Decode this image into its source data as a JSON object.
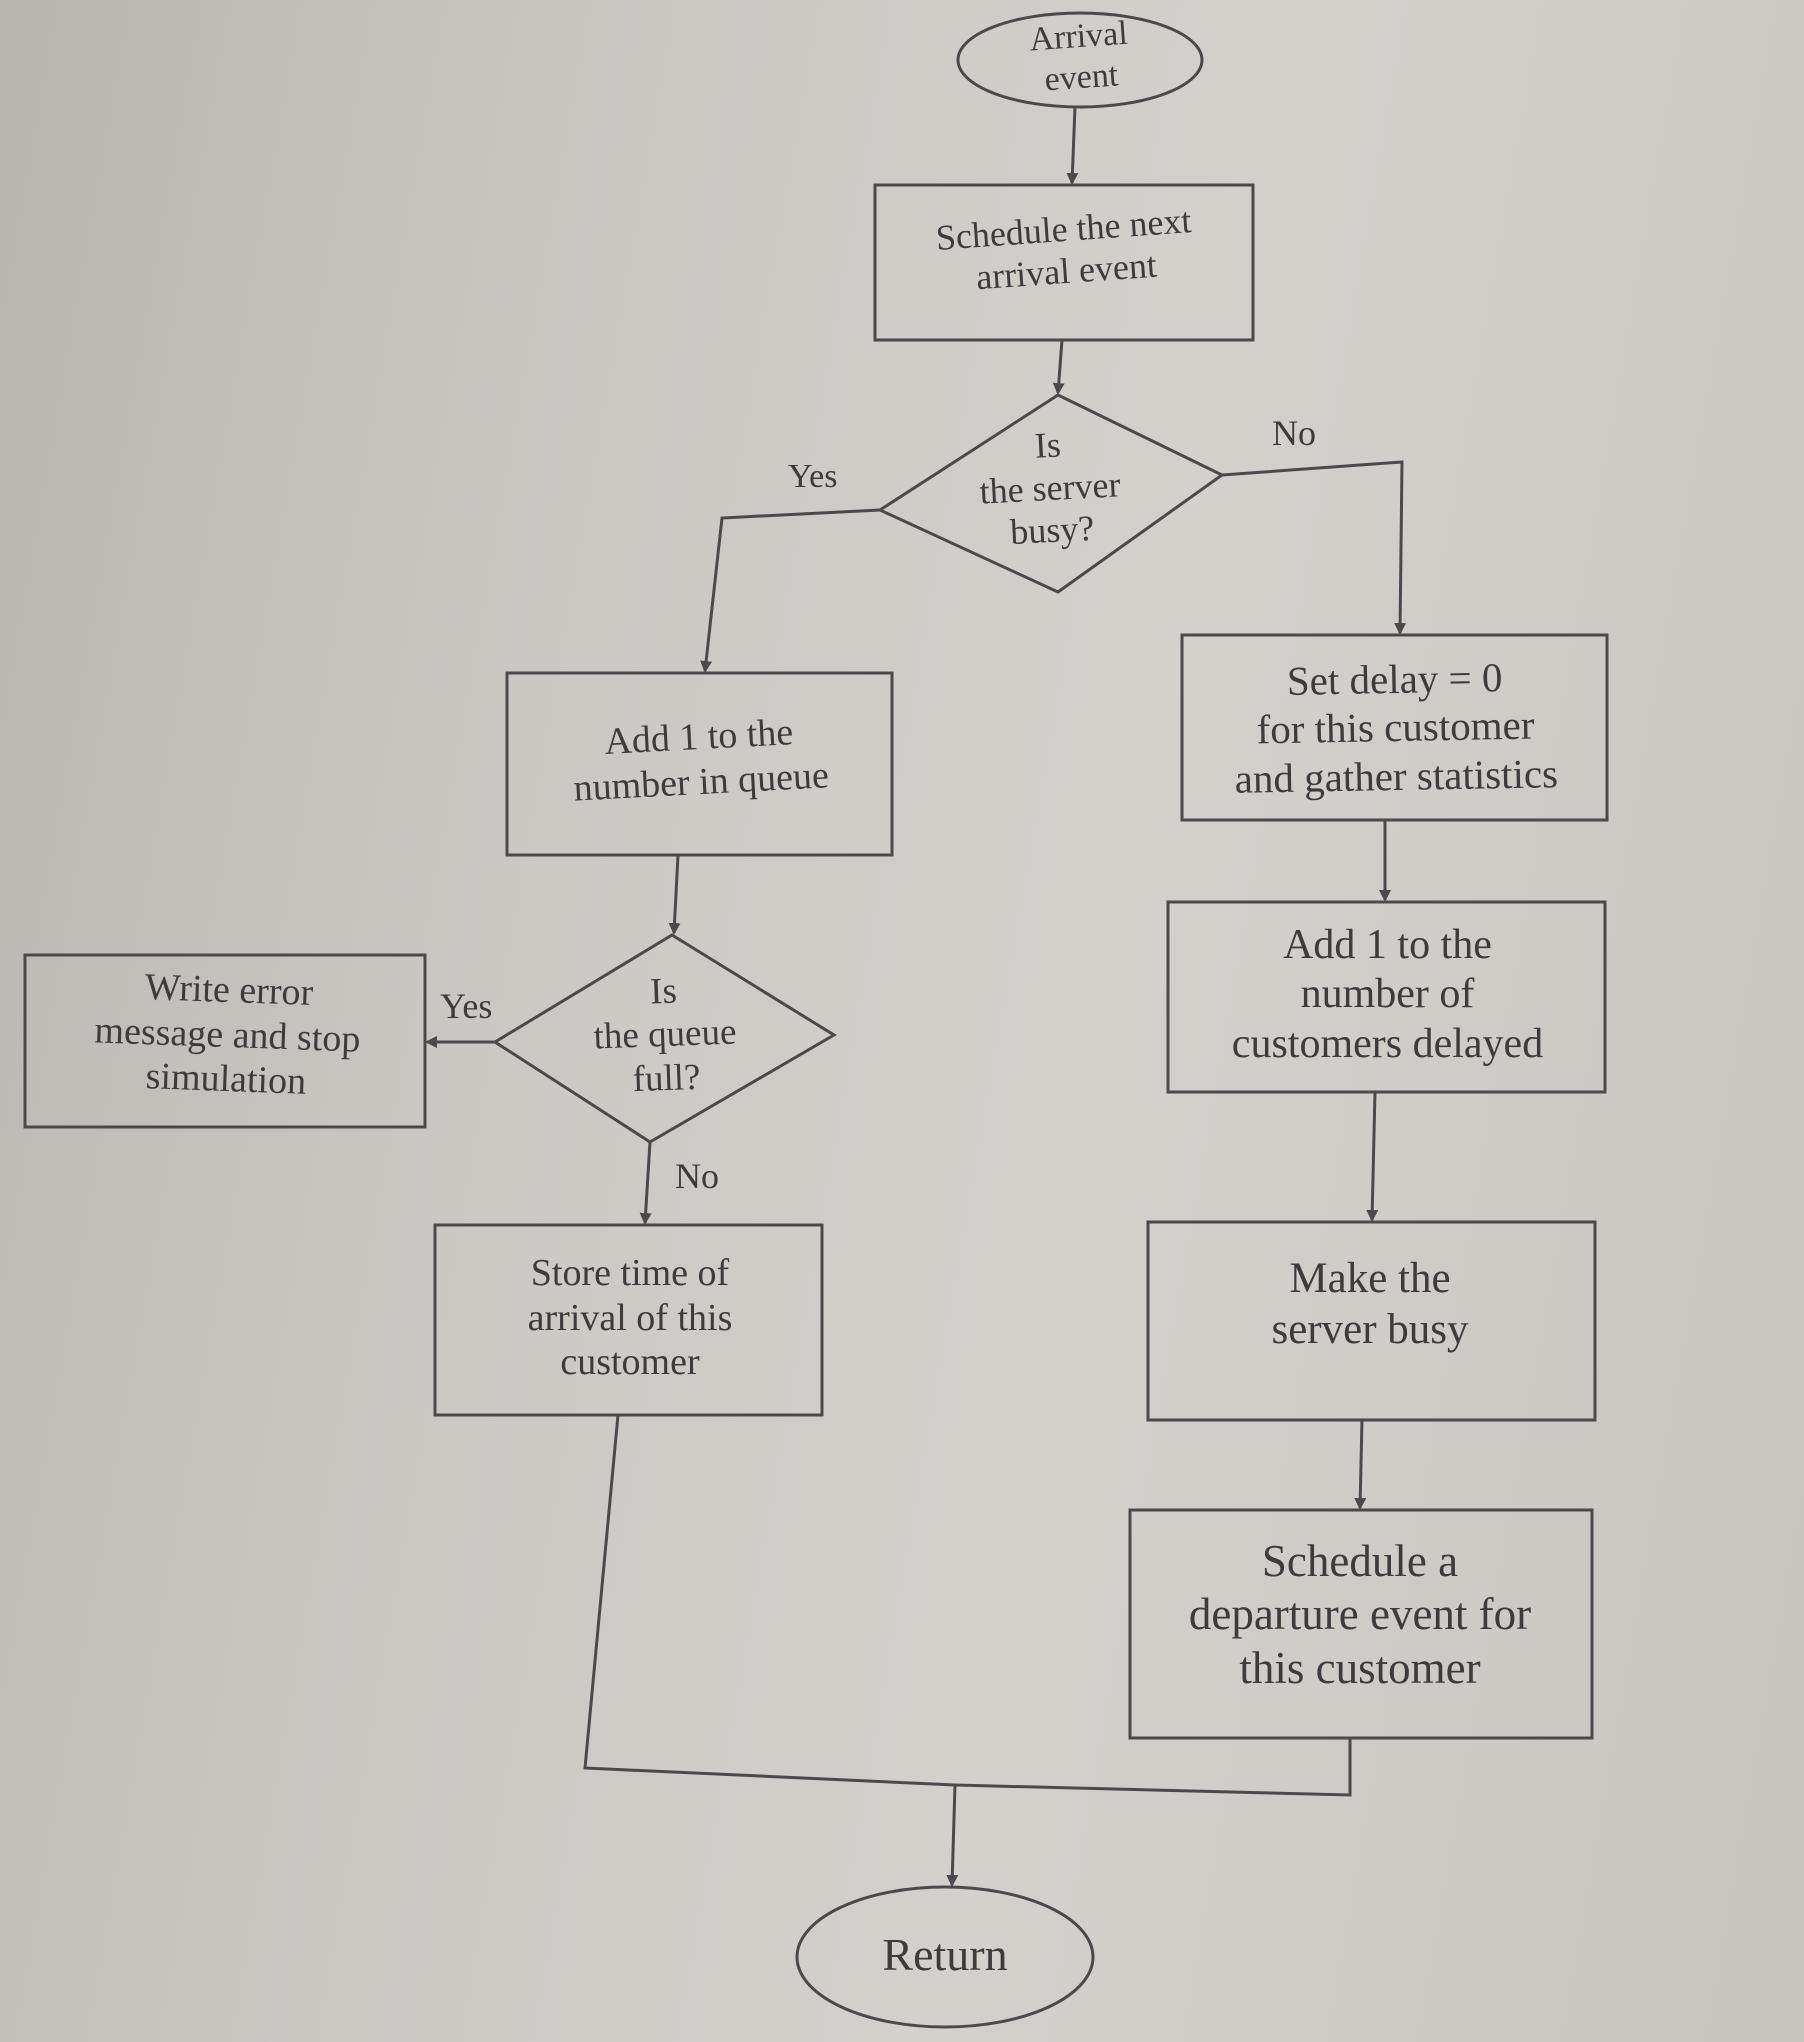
{
  "nodes": {
    "arrival_event": "Arrival\nevent",
    "schedule_next_arrival": "Schedule the next\narrival event",
    "server_busy_decision": "Is\nthe server\nbusy?",
    "add_to_queue": "Add 1 to the\nnumber in queue",
    "queue_full_decision": "Is\nthe queue\nfull?",
    "write_error": "Write error\nmessage and stop\nsimulation",
    "store_arrival_time": "Store time of\narrival of this\ncustomer",
    "set_delay_zero": "Set delay = 0\nfor this customer\nand gather statistics",
    "add_customers_delayed": "Add 1 to the\nnumber of\ncustomers delayed",
    "make_server_busy": "Make the\nserver busy",
    "schedule_departure": "Schedule a\ndeparture event for\nthis customer",
    "return": "Return"
  },
  "edge_labels": {
    "server_busy_yes": "Yes",
    "server_busy_no": "No",
    "queue_full_yes": "Yes",
    "queue_full_no": "No"
  }
}
